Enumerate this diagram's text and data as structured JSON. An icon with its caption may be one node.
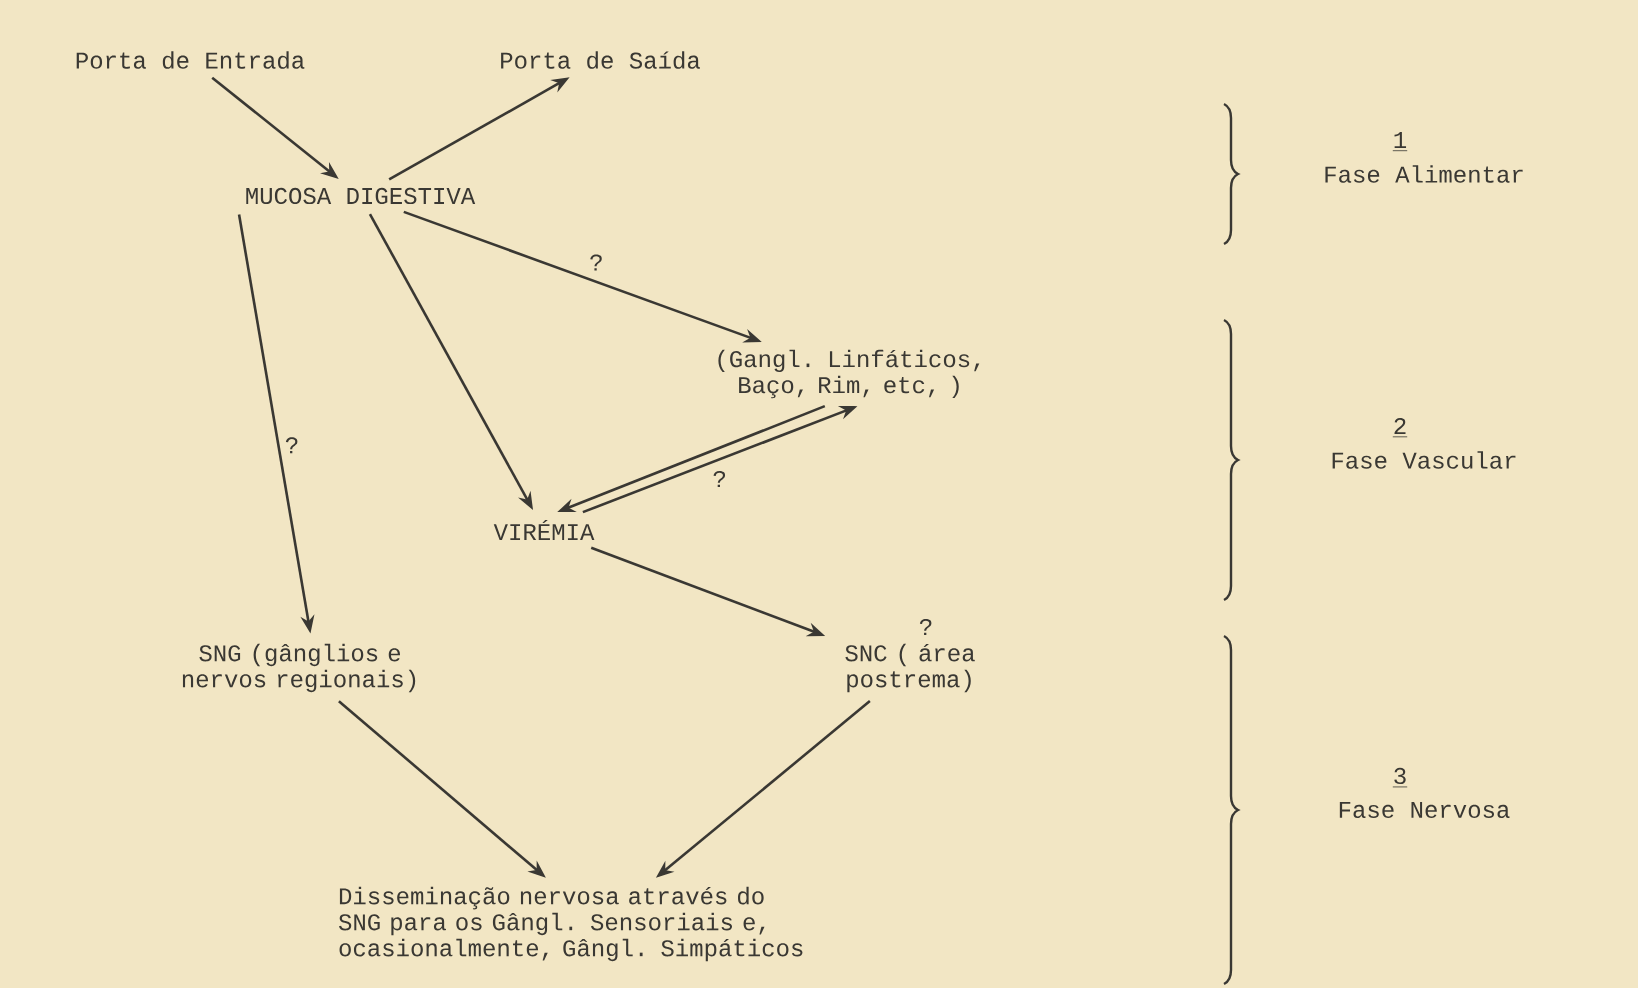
{
  "diagram": {
    "nodes": [
      {
        "text": [
          "Porta de Entrada"
        ]
      },
      {
        "text": [
          "Porta de Saída"
        ]
      },
      {
        "text": [
          "MUCOSA DIGESTIVA"
        ]
      },
      {
        "text": [
          "(Gangl. Linfáticos, Baço, Rim, etc, )"
        ]
      },
      {
        "text": [
          "VIRÉMIA"
        ]
      },
      {
        "text": [
          "SNG (gânglios e nervos regionais)"
        ]
      },
      {
        "text": [
          "SNC ( área postrema)"
        ],
        "beside": [
          "?"
        ]
      },
      {
        "text": [
          "Disseminação nervosa através do SNG para os Gângl. Sensoriais e, ocasionalmente, Gângl. Simpáticos"
        ]
      }
    ],
    "edges": [
      {
        "from": 0,
        "to": 2,
        "arrow": "to"
      },
      {
        "from": 2,
        "to": 1,
        "arrow": "to"
      },
      {
        "from": 2,
        "to": 3,
        "arrow": "to",
        "label": "?"
      },
      {
        "from": 2,
        "to": 4,
        "arrow": "to"
      },
      {
        "from": 2,
        "to": 5,
        "arrow": "to",
        "label": "?"
      },
      {
        "from": 3,
        "to": 4,
        "arrow": "to"
      },
      {
        "from": 4,
        "to": 3,
        "arrow": "to",
        "label": "?"
      },
      {
        "from": 4,
        "to": 6,
        "arrow": "to"
      },
      {
        "from": 5,
        "to": 7,
        "arrow": "to"
      },
      {
        "from": 6,
        "to": 7,
        "arrow": "to"
      }
    ],
    "labels": [
      "1",
      "Fase Alimentar",
      "2",
      "Fase Vascular",
      "3",
      "Fase Nervosa"
    ]
  }
}
